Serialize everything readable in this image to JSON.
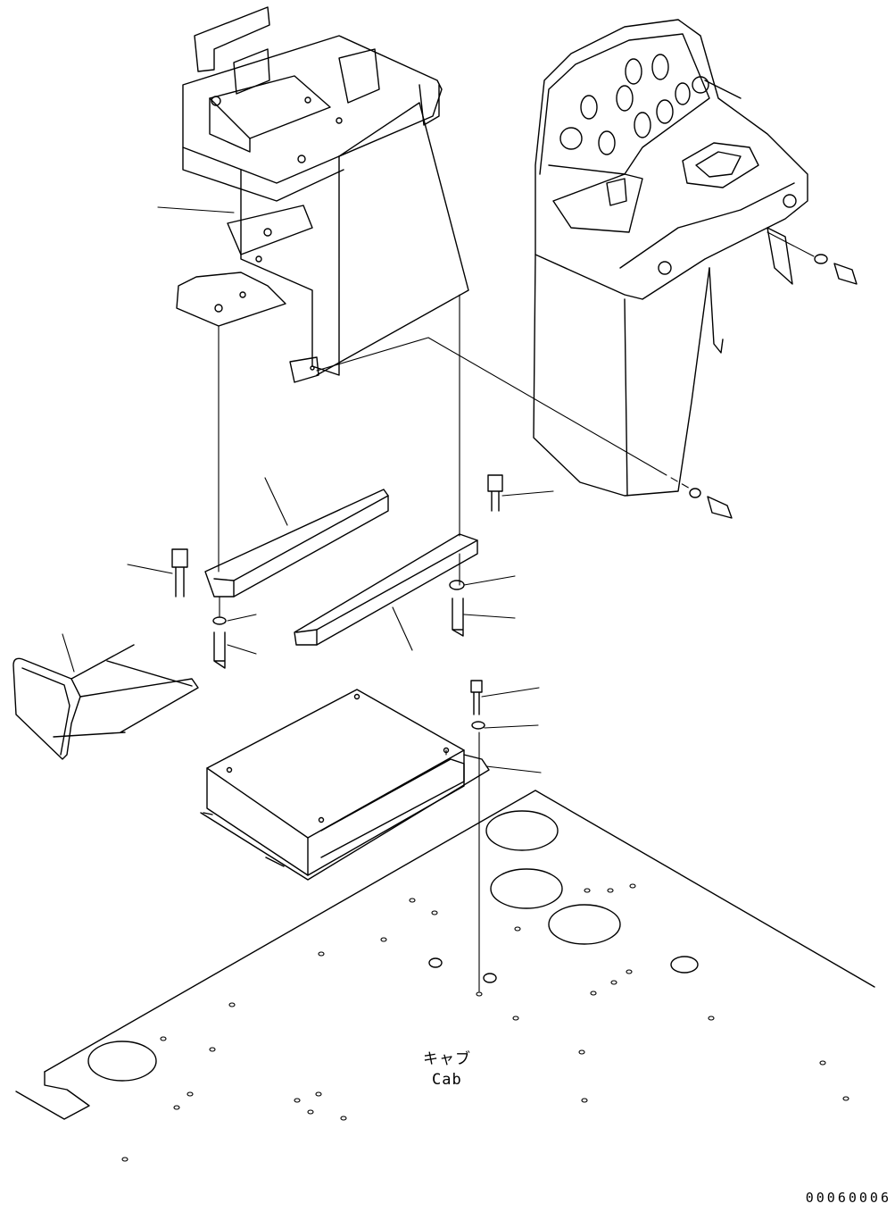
{
  "labels": {
    "cab_ja": "キャブ",
    "cab_en": "Cab",
    "drawing_code": "00060006"
  },
  "colors": {
    "line": "#000000",
    "background": "#ffffff"
  }
}
